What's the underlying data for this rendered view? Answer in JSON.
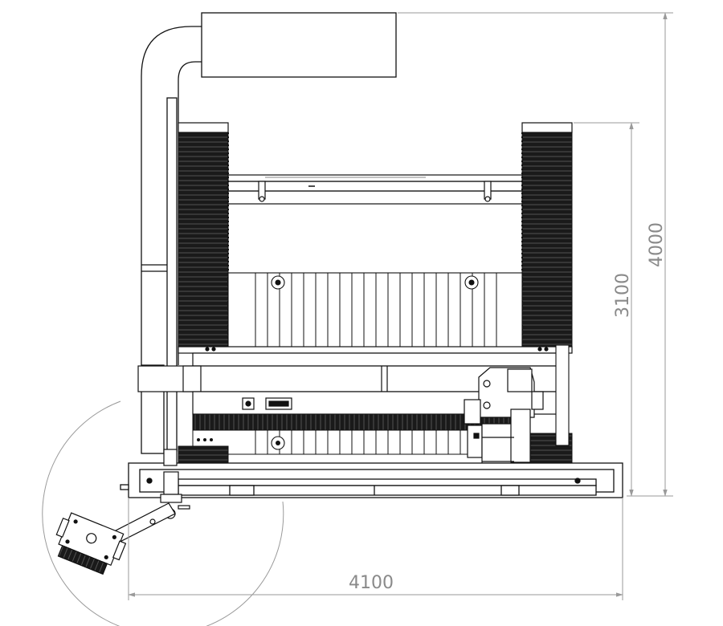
{
  "drawing": {
    "dimensions": {
      "width": "4100",
      "overall_height": "4000",
      "column_height": "3100"
    },
    "colors": {
      "line": "#111111",
      "dimension": "#9a9a9a",
      "belt": "#1a1a1a",
      "background": "#ffffff"
    }
  }
}
